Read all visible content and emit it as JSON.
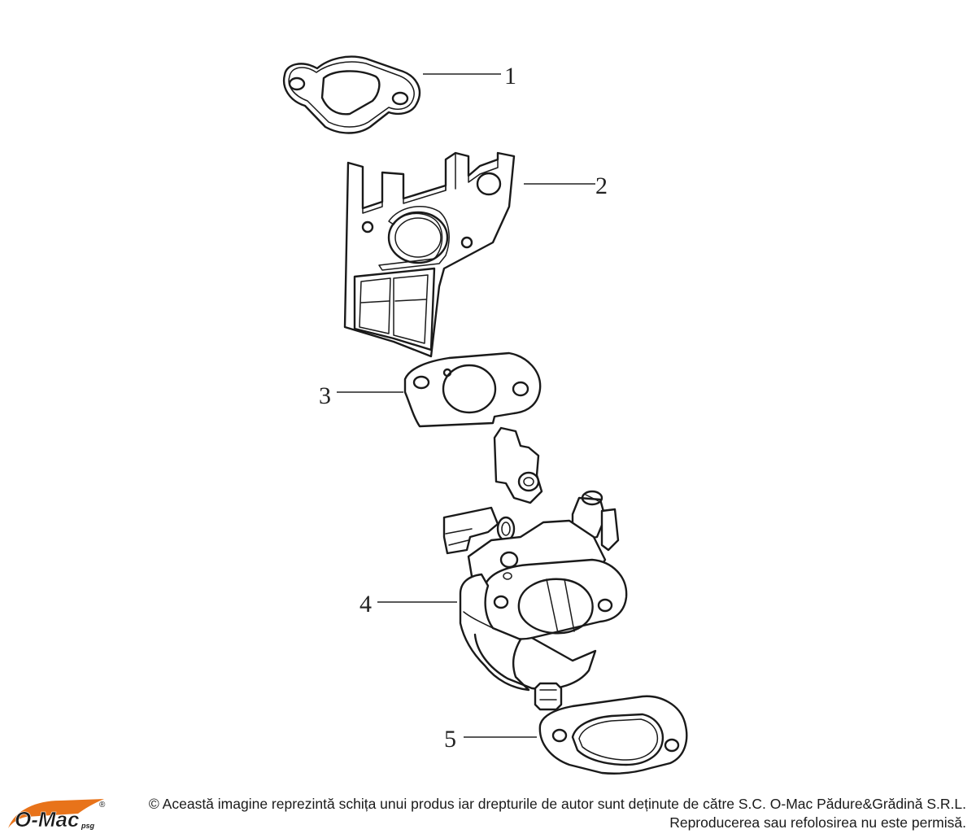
{
  "diagram": {
    "callouts": [
      {
        "id": "1",
        "label": "1"
      },
      {
        "id": "2",
        "label": "2"
      },
      {
        "id": "3",
        "label": "3"
      },
      {
        "id": "4",
        "label": "4"
      },
      {
        "id": "5",
        "label": "5"
      }
    ]
  },
  "footer": {
    "logo_text": "O-Mac",
    "logo_suffix": "psg",
    "logo_mark": "®",
    "copyright_line1": "© Această imagine reprezintă schița unui produs iar drepturile de autor sunt deținute de către S.C. O-Mac Pădure&Grădină S.R.L.",
    "copyright_line2": "Reproducerea sau refolosirea nu este permisă.",
    "colors": {
      "brand_orange": "#e8731a",
      "text": "#1a1a1a"
    }
  }
}
